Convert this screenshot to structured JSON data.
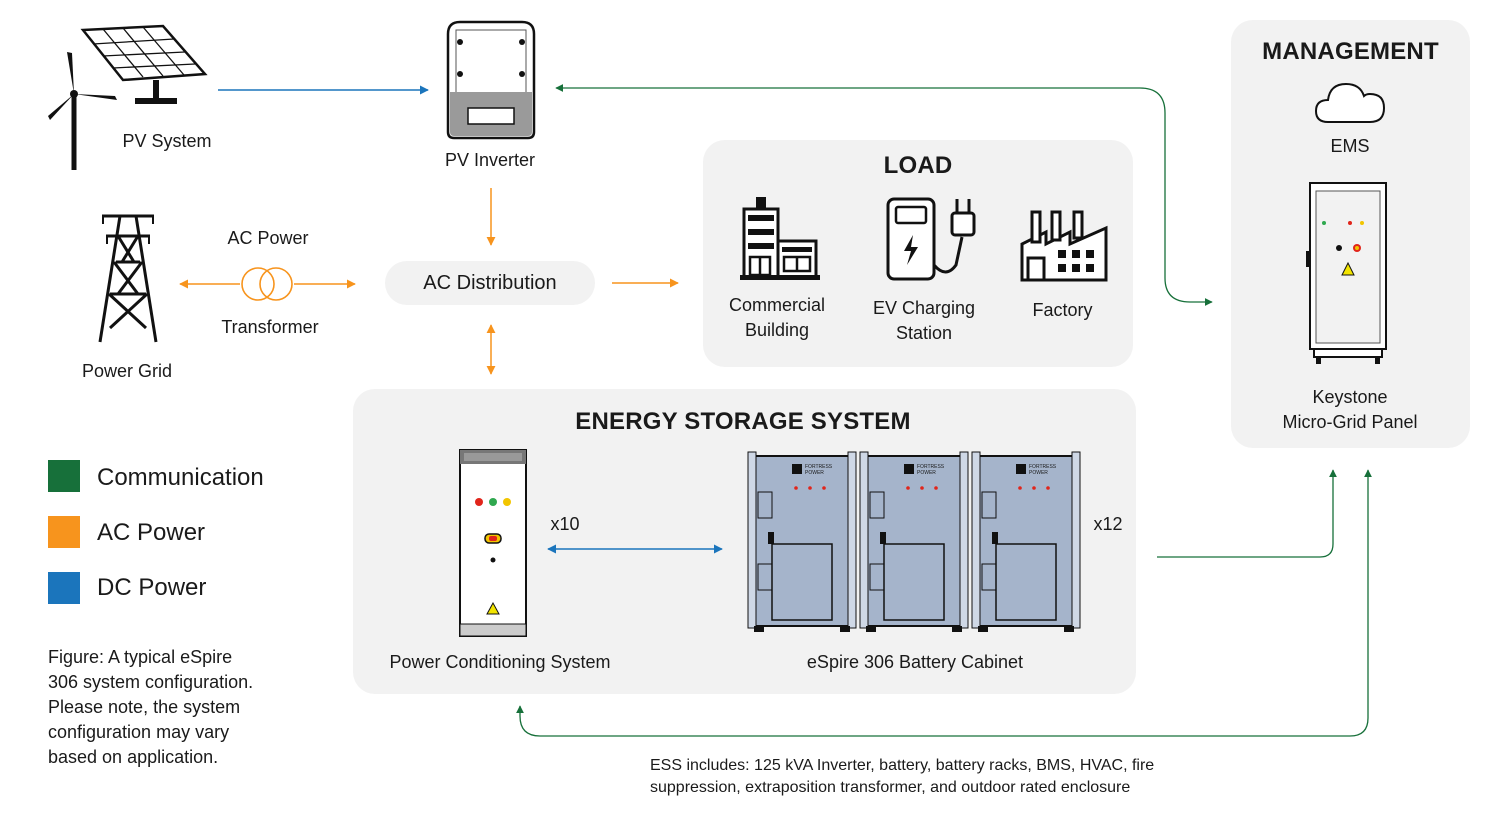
{
  "colors": {
    "communication": "#17703a",
    "ac_power": "#f7941d",
    "dc_power": "#1b75bc",
    "panel_bg": "#f2f2f2",
    "cabinet": "#a5b4cb"
  },
  "nodes": {
    "pv_system": "PV System",
    "pv_inverter": "PV Inverter",
    "power_grid": "Power Grid",
    "ac_power_label": "AC Power",
    "transformer": "Transformer",
    "ac_distribution": "AC Distribution"
  },
  "load": {
    "title": "LOAD",
    "items": [
      {
        "label_line1": "Commercial",
        "label_line2": "Building",
        "icon": "building-icon"
      },
      {
        "label_line1": "EV Charging",
        "label_line2": "Station",
        "icon": "ev-charger-icon"
      },
      {
        "label_line1": "Factory",
        "label_line2": "",
        "icon": "factory-icon"
      }
    ]
  },
  "management": {
    "title": "MANAGEMENT",
    "ems": "EMS",
    "panel_line1": "Keystone",
    "panel_line2": "Micro-Grid Panel"
  },
  "ess": {
    "title": "ENERGY STORAGE  SYSTEM",
    "pcs": "Power Conditioning System",
    "pcs_count": "x10",
    "battery": "eSpire 306 Battery Cabinet",
    "battery_count": "x12",
    "brand_line1": "FORTRESS",
    "brand_line2": "POWER"
  },
  "legend": [
    {
      "label": "Communication",
      "color": "#17703a"
    },
    {
      "label": "AC Power",
      "color": "#f7941d"
    },
    {
      "label": "DC Power",
      "color": "#1b75bc"
    }
  ],
  "figure_note": [
    "Figure: A typical eSpire",
    "306 system configuration.",
    "Please note, the system",
    "configuration may vary",
    "based on application."
  ],
  "ess_note": [
    "ESS includes: 125 kVA  Inverter, battery, battery racks, BMS, HVAC, fire",
    "suppression, extraposition transformer, and outdoor rated enclosure"
  ]
}
